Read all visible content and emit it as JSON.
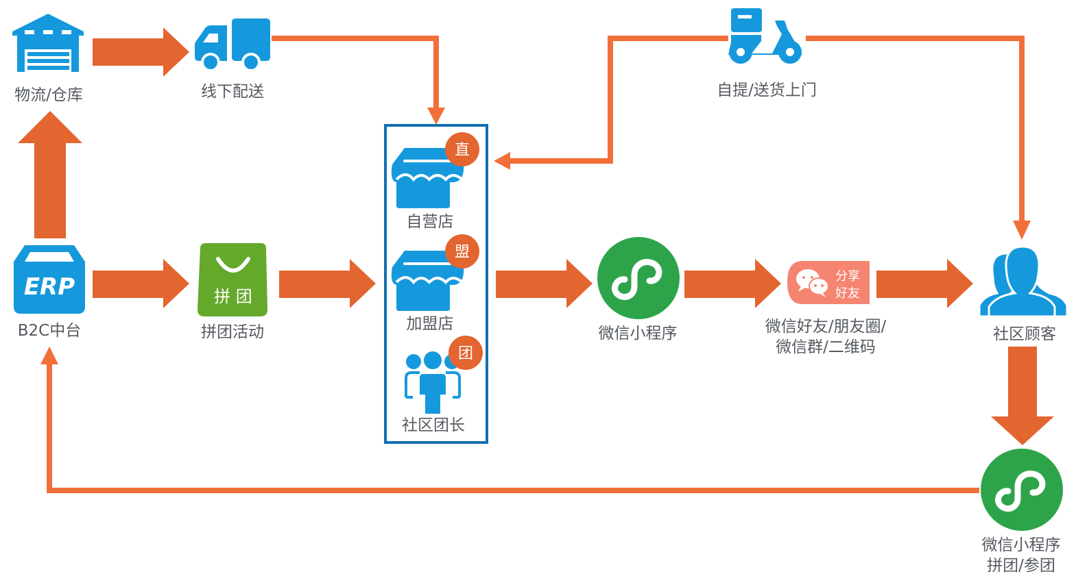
{
  "colors": {
    "arrow_thick": "#e36530",
    "arrow_thin": "#f26f3a",
    "icon_blue": "#1599dc",
    "store_box_border": "#126fb1",
    "mini_program_green": "#2ea44a",
    "group_buy_green": "#64a92a",
    "badge_orange": "#e36530",
    "share_pink": "#f58571",
    "label_gray": "#555a60"
  },
  "nodes": {
    "warehouse": {
      "label": "物流/仓库",
      "icon": "warehouse-icon"
    },
    "offline_delivery": {
      "label": "线下配送",
      "icon": "truck-icon"
    },
    "pickup_delivery": {
      "label": "自提/送货上门",
      "icon": "scooter-icon"
    },
    "erp": {
      "label": "B2C中台",
      "icon": "erp-box-icon",
      "icon_text": "ERP"
    },
    "group_activity": {
      "label": "拼团活动",
      "icon": "shopping-bag-icon",
      "icon_text": "拼 团"
    },
    "stores": {
      "items": [
        {
          "label": "自营店",
          "badge": "直",
          "icon": "storefront-icon"
        },
        {
          "label": "加盟店",
          "badge": "盟",
          "icon": "storefront-icon"
        },
        {
          "label": "社区团长",
          "badge": "团",
          "icon": "group-people-icon"
        }
      ]
    },
    "mini_program": {
      "label": "微信小程序",
      "icon": "mini-program-icon"
    },
    "share": {
      "label_line1": "微信好友/朋友圈/",
      "label_line2": "微信群/二维码",
      "icon": "wechat-share-icon",
      "icon_text_line1": "分享",
      "icon_text_line2": "好友"
    },
    "customers": {
      "label": "社区顾客",
      "icon": "users-icon"
    },
    "mini_program_group": {
      "label_line1": "微信小程序",
      "label_line2": "拼团/参团",
      "icon": "mini-program-icon"
    }
  },
  "edges": [
    {
      "from": "erp",
      "to": "warehouse",
      "style": "thick"
    },
    {
      "from": "warehouse",
      "to": "offline_delivery",
      "style": "thick"
    },
    {
      "from": "offline_delivery",
      "to": "stores",
      "style": "thin"
    },
    {
      "from": "pickup_delivery",
      "to": "stores",
      "style": "thin"
    },
    {
      "from": "pickup_delivery",
      "to": "customers",
      "style": "thin"
    },
    {
      "from": "erp",
      "to": "group_activity",
      "style": "thick"
    },
    {
      "from": "group_activity",
      "to": "stores",
      "style": "thick"
    },
    {
      "from": "stores",
      "to": "mini_program",
      "style": "thick"
    },
    {
      "from": "mini_program",
      "to": "share",
      "style": "thick"
    },
    {
      "from": "share",
      "to": "customers",
      "style": "thick"
    },
    {
      "from": "customers",
      "to": "mini_program_group",
      "style": "thick"
    },
    {
      "from": "mini_program_group",
      "to": "erp",
      "style": "thin"
    }
  ]
}
